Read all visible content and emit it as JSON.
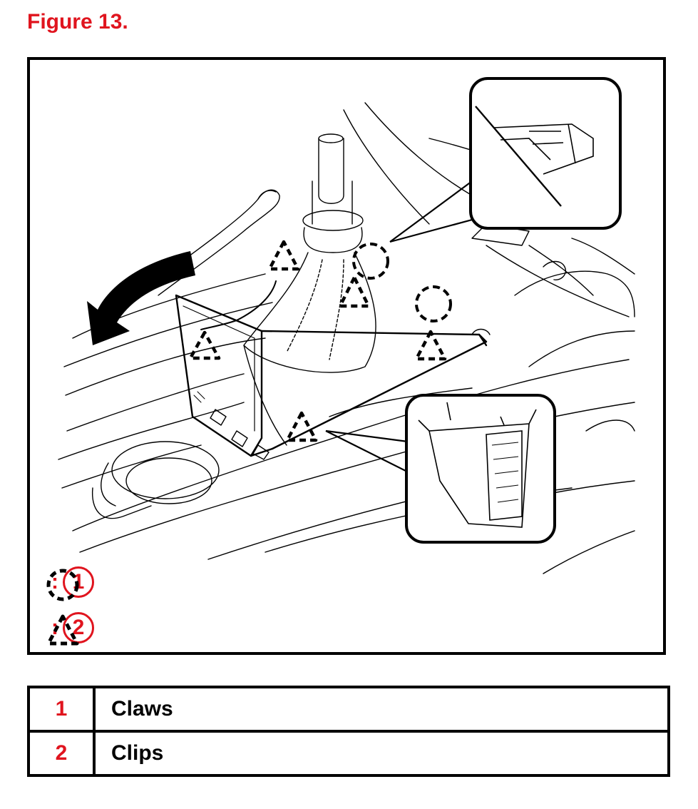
{
  "figure": {
    "title": "Figure 13."
  },
  "legend": [
    {
      "symbol": "dashed-circle-icon",
      "number": "1"
    },
    {
      "symbol": "dashed-triangle-icon",
      "number": "2"
    }
  ],
  "key_table": {
    "rows": [
      {
        "number": "1",
        "label": "Claws"
      },
      {
        "number": "2",
        "label": "Clips"
      }
    ]
  },
  "colors": {
    "accent_red": "#e0141e",
    "line": "#000000"
  }
}
